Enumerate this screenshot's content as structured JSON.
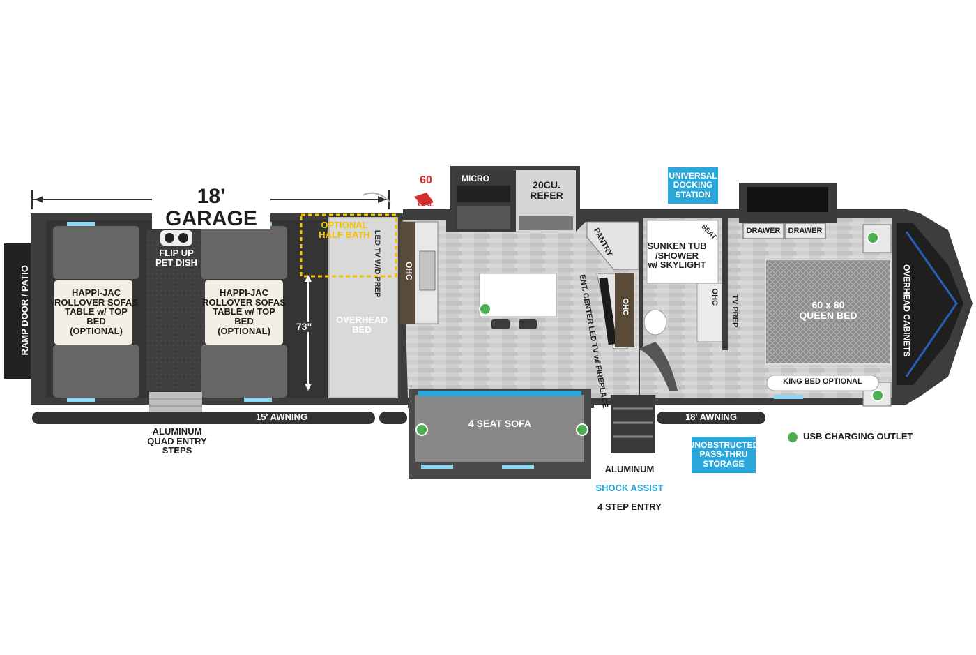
{
  "dimensions": {
    "garage": "18' GARAGE",
    "inner_width": "73\""
  },
  "fuel": {
    "amount": "60",
    "unit": "GAL"
  },
  "garage": {
    "ramp_door": "RAMP DOOR / PATIO",
    "sofa_left": "HAPPI-JAC\nROLLOVER SOFAS\nTABLE w/ TOP BED\n(OPTIONAL)",
    "sofa_right": "HAPPI-JAC\nROLLOVER SOFAS\nTABLE w/ TOP BED\n(OPTIONAL)",
    "pet_dish": "FLIP UP\nPET DISH",
    "half_bath": "OPTIONAL\nHALF BATH",
    "led_tv": "LED TV\nW/D PREP",
    "overhead_bed": "OVERHEAD\nBED",
    "entry_steps": "ALUMINUM\nQUAD ENTRY\nSTEPS"
  },
  "kitchen": {
    "ohc": "OHC",
    "micro": "MICRO",
    "refer": "20CU.\nREFER",
    "pantry": "PANTRY",
    "ent_center": "ENT. CENTER\nLED TV w/ FIREPLACE",
    "ohc2": "OHC"
  },
  "living": {
    "sofa": "4 SEAT SOFA",
    "entry_prefix": "ALUMINUM",
    "entry_highlight": "SHOCK ASSIST",
    "entry_suffix": "4 STEP ENTRY"
  },
  "bath": {
    "tub": "SUNKEN TUB\n/SHOWER\nw/ SKYLIGHT",
    "seat": "SEAT",
    "ohc": "OHC",
    "tv_prep": "TV PREP"
  },
  "bedroom": {
    "drawer_1": "DRAWER",
    "drawer_2": "DRAWER",
    "bed": "60 x 80\nQUEEN BED",
    "king_optional": "KING BED OPTIONAL",
    "overhead_cabinets": "OVERHEAD CABINETS"
  },
  "awnings": {
    "left": "15' AWNING",
    "right": "18' AWNING"
  },
  "badges": {
    "docking": "UNIVERSAL\nDOCKING\nSTATION",
    "storage": "UNOBSTRUCTED\nPASS-THRU\nSTORAGE"
  },
  "legend": {
    "usb": "USB CHARGING OUTLET"
  },
  "colors": {
    "wall": "#3d3d3d",
    "garage_floor": "#3a3a3a",
    "wood_floor": "#c9c9c9",
    "sofa": "#6c6c6c",
    "accent_blue": "#2aa6d8",
    "usb_green": "#4caf50",
    "optional_yellow": "#f2c400",
    "fuel_red": "#d32f2f"
  }
}
